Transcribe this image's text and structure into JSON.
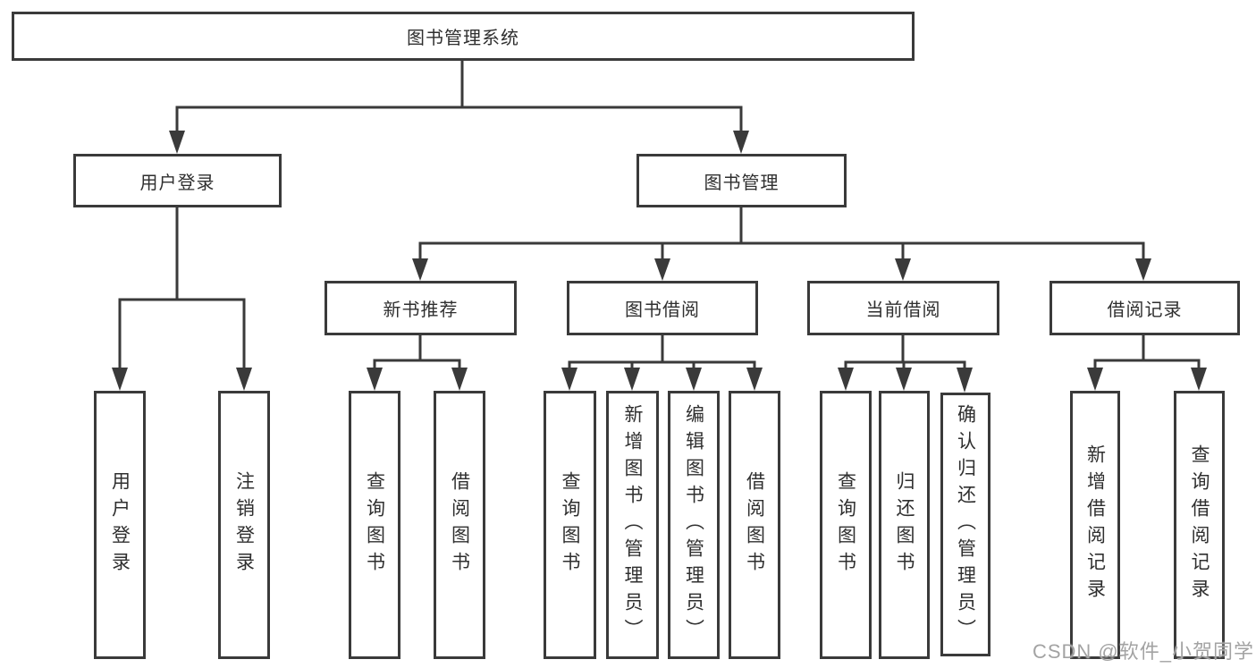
{
  "diagram": {
    "root_label": "图书管理系统",
    "level2": {
      "user_login": "用户登录",
      "book_management": "图书管理"
    },
    "level3": {
      "new_book_recommend": "新书推荐",
      "book_borrow": "图书借阅",
      "current_borrow": "当前借阅",
      "borrow_records": "借阅记录"
    },
    "leaves": {
      "user_login": [
        "用户登录",
        "注销登录"
      ],
      "new_book_recommend": [
        "查询图书",
        "借阅图书"
      ],
      "book_borrow": [
        "查询图书",
        "新增图书（管理员）",
        "编辑图书（管理员）",
        "借阅图书"
      ],
      "current_borrow": [
        "查询图书",
        "归还图书",
        "确认归还（管理员）"
      ],
      "borrow_records": [
        "新增借阅记录",
        "查询借阅记录"
      ]
    }
  },
  "watermark": {
    "text": "CSDN @软件_小贺同学"
  },
  "colors": {
    "line": "#3a3a3a",
    "text": "#2f2f2f",
    "watermark": "#a3a3a3",
    "background": "#ffffff"
  }
}
